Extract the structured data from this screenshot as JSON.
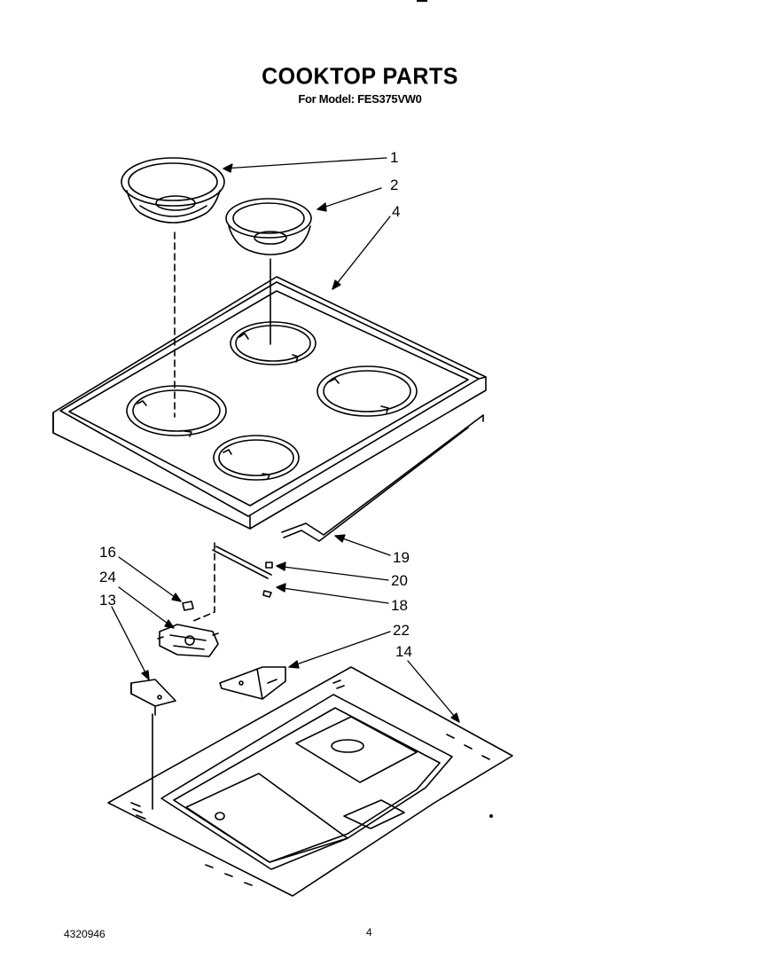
{
  "header": {
    "title": "COOKTOP PARTS",
    "model_prefix": "For Model:",
    "model_number": "FES375VW0"
  },
  "callouts": {
    "c1": "1",
    "c2": "2",
    "c4": "4",
    "c19": "19",
    "c20": "20",
    "c18": "18",
    "c16": "16",
    "c24": "24",
    "c13": "13",
    "c22": "22",
    "c14": "14"
  },
  "footer": {
    "document_number": "4320946",
    "page_number": "4"
  }
}
